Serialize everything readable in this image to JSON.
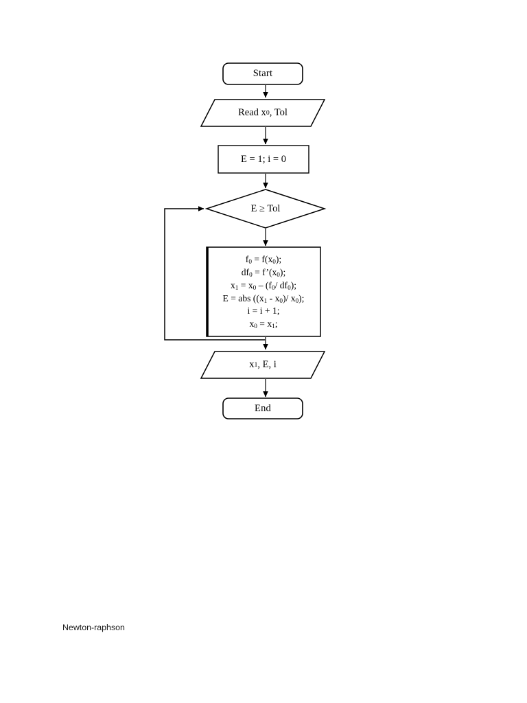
{
  "document": {
    "caption": "Newton-raphson",
    "background_color": "#ffffff",
    "stroke_color": "#000000"
  },
  "flowchart": {
    "title": "Newton-raphson",
    "nodes": [
      {
        "id": "start",
        "shape": "terminal",
        "label": "Start"
      },
      {
        "id": "read",
        "shape": "parallelogram",
        "label": "Read x0, Tol"
      },
      {
        "id": "init",
        "shape": "rectangle",
        "label": "E = 1; i = 0"
      },
      {
        "id": "decision",
        "shape": "diamond",
        "label": "E ≥ Tol"
      },
      {
        "id": "process",
        "shape": "process",
        "label": "f0 = f(x0); df0 = f’(x0); x1 = x0 – (f0/ df0); E = abs ((x1 - x0)/ x0); i = i + 1; x0 = x1;"
      },
      {
        "id": "output",
        "shape": "parallelogram",
        "label": "x1, E, i"
      },
      {
        "id": "end",
        "shape": "terminal",
        "label": "End"
      }
    ],
    "process_lines": [
      "f0 = f(x0);",
      "df0 = f’(x0);",
      "x1 = x0 – (f0/ df0);",
      "E = abs ((x1 - x0)/ x0);",
      "i = i + 1;",
      "x0 = x1;"
    ],
    "edges": [
      {
        "from": "start",
        "to": "read",
        "label": ""
      },
      {
        "from": "read",
        "to": "init",
        "label": ""
      },
      {
        "from": "init",
        "to": "decision",
        "label": ""
      },
      {
        "from": "decision",
        "to": "process",
        "label": ""
      },
      {
        "from": "process",
        "to": "decision",
        "label": ""
      },
      {
        "from": "process",
        "to": "output",
        "label": ""
      },
      {
        "from": "output",
        "to": "end",
        "label": ""
      }
    ]
  },
  "labels": {
    "start": "Start",
    "end": "End",
    "init": "E = 1; i = 0",
    "decision_prefix": "E ≥ Tol"
  }
}
